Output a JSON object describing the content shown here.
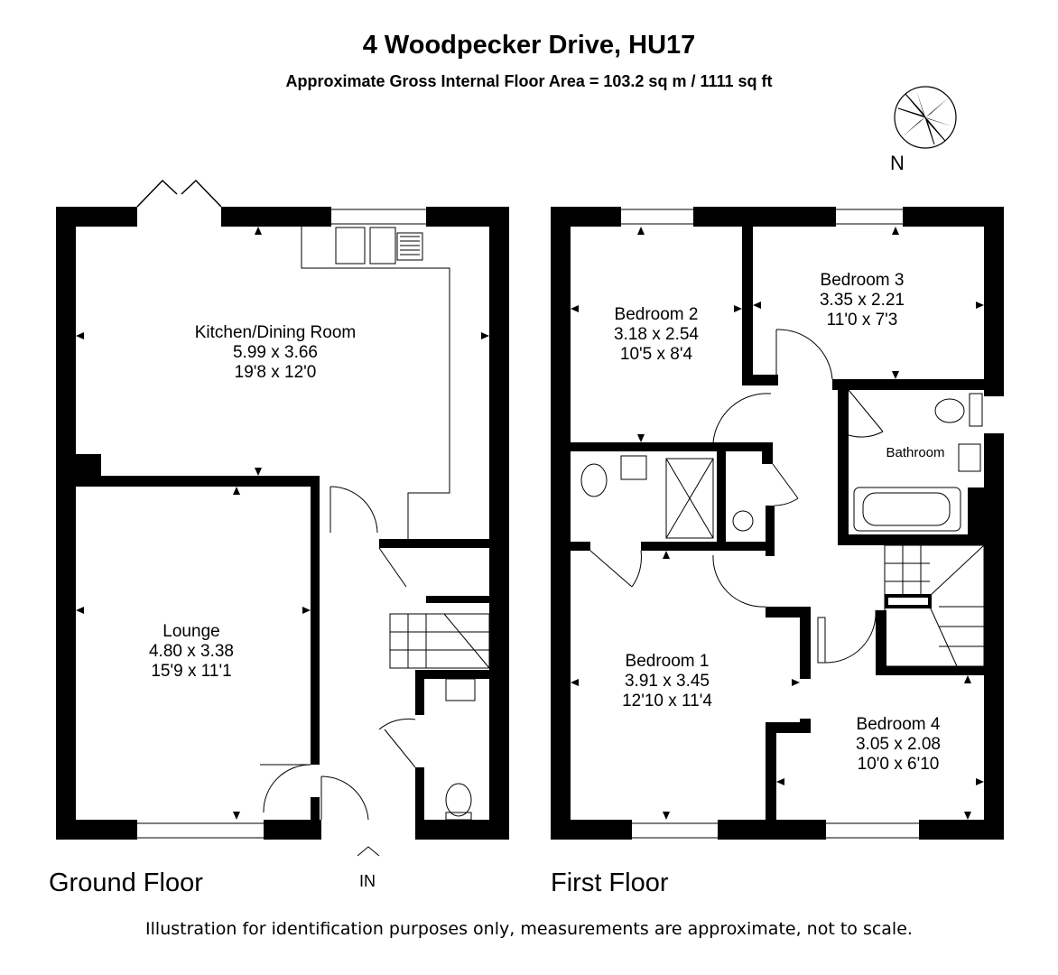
{
  "header": {
    "title": "4 Woodpecker Drive, HU17",
    "subtitle": "Approximate Gross Internal Floor Area  = 103.2 sq m  / 1111 sq ft"
  },
  "compass": {
    "label": "N"
  },
  "entrance": {
    "label": "IN"
  },
  "ground_floor": {
    "label": "Ground Floor",
    "rooms": [
      {
        "name": "Kitchen/Dining Room",
        "metric": "5.99 x 3.66",
        "imperial": "19'8 x 12'0"
      },
      {
        "name": "Lounge",
        "metric": "4.80 x 3.38",
        "imperial": "15'9 x 11'1"
      }
    ]
  },
  "first_floor": {
    "label": "First Floor",
    "rooms": [
      {
        "name": "Bedroom 2",
        "metric": "3.18 x 2.54",
        "imperial": "10'5 x 8'4"
      },
      {
        "name": "Bedroom 3",
        "metric": "3.35 x 2.21",
        "imperial": "11'0 x 7'3"
      },
      {
        "name": "Bathroom"
      },
      {
        "name": "Bedroom 1",
        "metric": "3.91 x 3.45",
        "imperial": "12'10 x 11'4"
      },
      {
        "name": "Bedroom 4",
        "metric": "3.05 x 2.08",
        "imperial": "10'0 x 6'10"
      }
    ]
  },
  "footer": {
    "disclaimer": "Illustration for identification purposes only, measurements are approximate, not to scale."
  }
}
